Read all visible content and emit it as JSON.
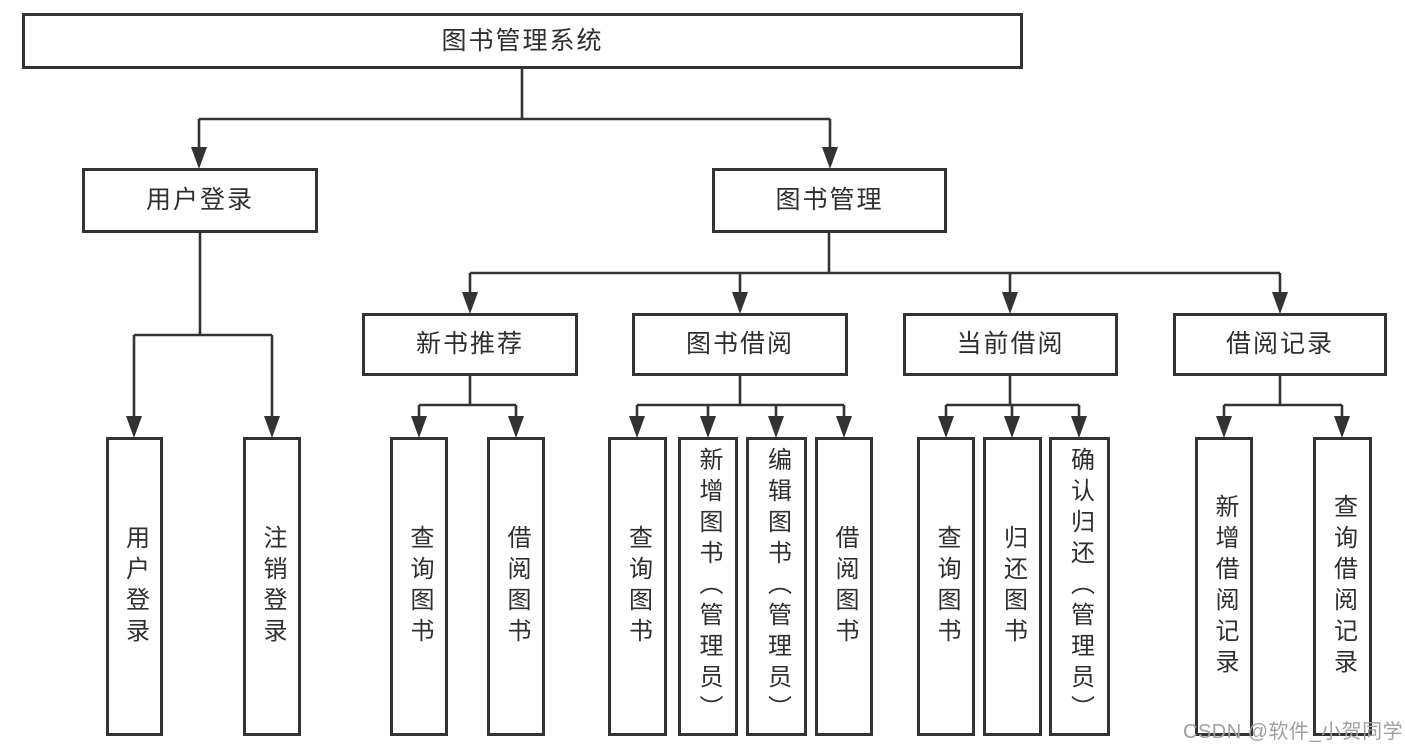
{
  "colors": {
    "line": "#333333",
    "box_border": "#333333",
    "text": "#2f2f2f",
    "watermark": "#a0a0a0",
    "background": "#ffffff"
  },
  "diagram": {
    "root": {
      "label": "图书管理系统"
    },
    "level2": {
      "user_login": {
        "label": "用户登录",
        "children": {
          "login": "用户登录",
          "logout": "注销登录"
        }
      },
      "book_mgmt": {
        "label": "图书管理"
      }
    },
    "level3": {
      "new_book_rec": {
        "label": "新书推荐",
        "children": {
          "query": "查询图书",
          "borrow": "借阅图书"
        }
      },
      "book_borrow": {
        "label": "图书借阅",
        "children": {
          "query": "查询图书",
          "add": "新增图书（管理员）",
          "edit": "编辑图书（管理员）",
          "borrow": "借阅图书"
        }
      },
      "current_borrow": {
        "label": "当前借阅",
        "children": {
          "query": "查询图书",
          "return": "归还图书",
          "confirm": "确认归还（管理员）"
        }
      },
      "borrow_record": {
        "label": "借阅记录",
        "children": {
          "add": "新增借阅记录",
          "query": "查询借阅记录"
        }
      }
    }
  },
  "watermark": "CSDN @软件_小贺同学"
}
